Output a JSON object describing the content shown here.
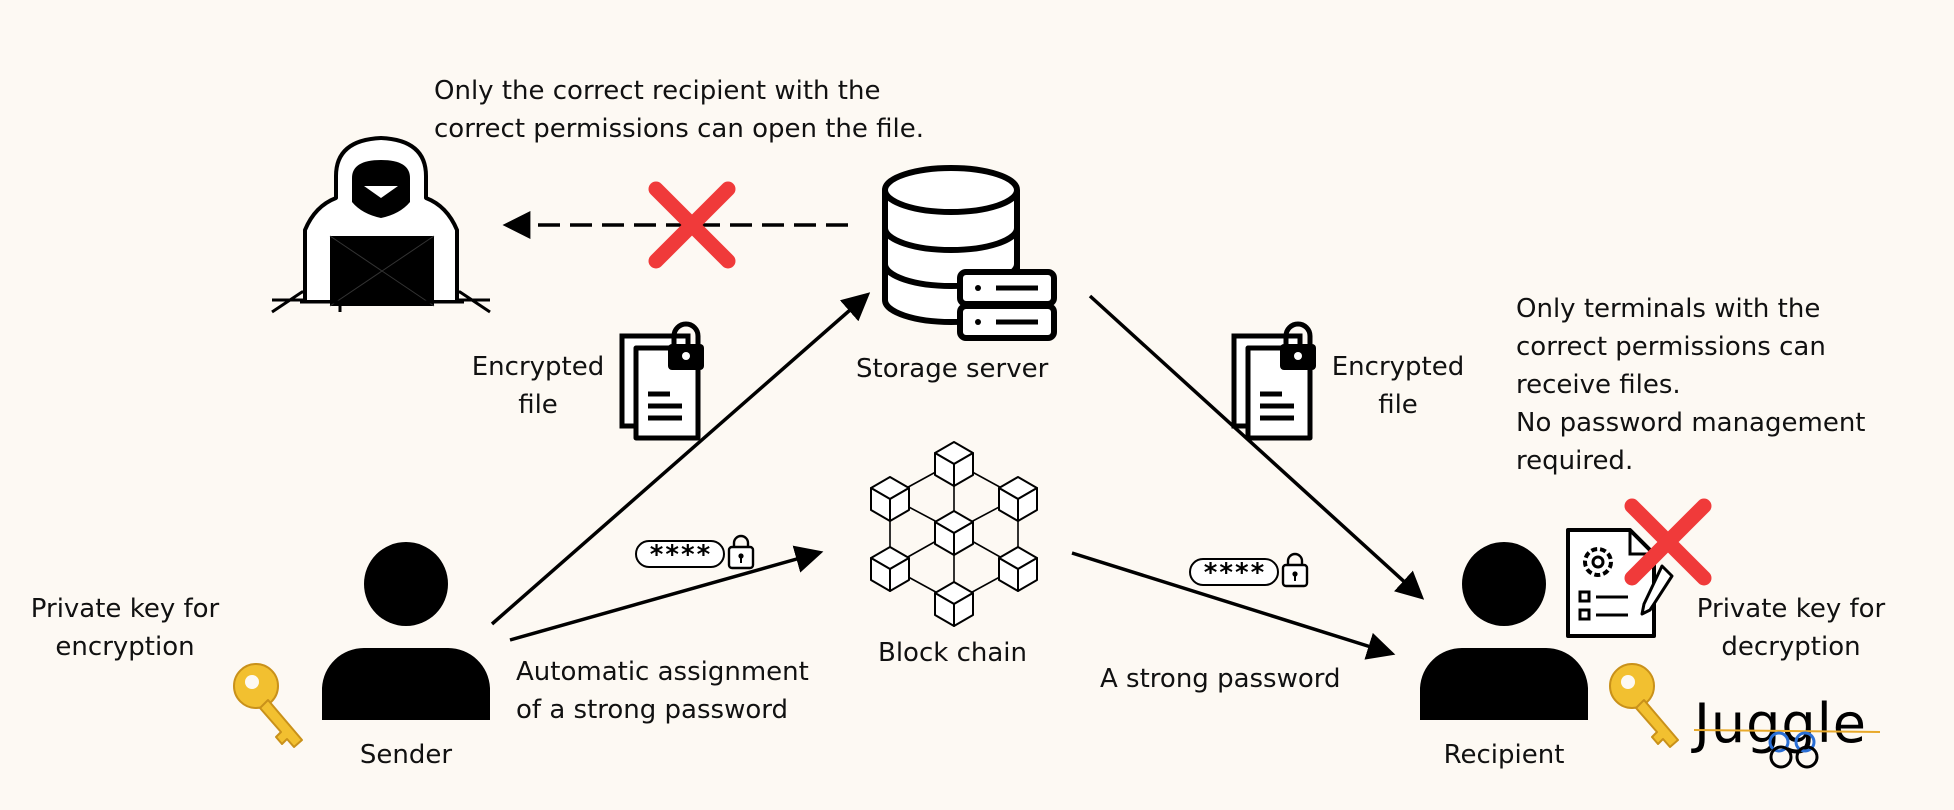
{
  "notes": {
    "top_line1": "Only the correct recipient with the",
    "top_line2": "correct permissions can open the file.",
    "right_line1": "Only terminals with the",
    "right_line2": "correct permissions can",
    "right_line3": "receive files.",
    "right_line4": "No password management",
    "right_line5": "required."
  },
  "nodes": {
    "storage_server": "Storage server",
    "block_chain": "Block chain",
    "sender": "Sender",
    "recipient": "Recipient"
  },
  "files": {
    "left_line1": "Encrypted",
    "left_line2": "file",
    "right_line1": "Encrypted",
    "right_line2": "file"
  },
  "keys": {
    "encryption_line1": "Private key for",
    "encryption_line2": "encryption",
    "decryption_line1": "Private key for",
    "decryption_line2": "decryption"
  },
  "passwords": {
    "auto_line1": "Automatic assignment",
    "auto_line2": "of a strong password",
    "strong": "A strong password",
    "masked": "****"
  },
  "logo": {
    "text": "Juggle"
  },
  "colors": {
    "background": "#fdf9f3",
    "ink": "#000000",
    "cross": "#f03a3a",
    "key": "#f2c030",
    "logo_accent": "#2a6fd6"
  },
  "icons": [
    "hacker-icon",
    "database-icon",
    "server-icon",
    "document-lock-icon",
    "blockchain-icon",
    "person-icon",
    "key-icon",
    "red-cross-icon",
    "password-field-icon",
    "settings-document-icon"
  ]
}
